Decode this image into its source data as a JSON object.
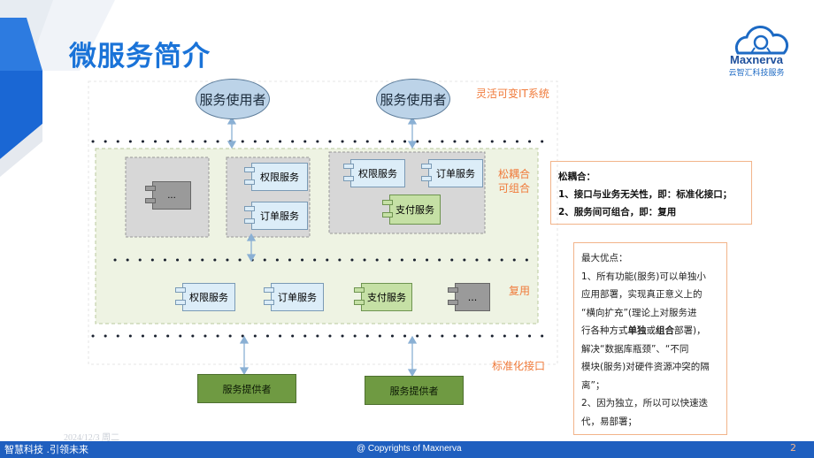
{
  "header": {
    "title": "微服务简介"
  },
  "logo": {
    "name": "Maxnerva",
    "tagline": "云智汇科技服务",
    "icon": "brain-cloud-icon"
  },
  "diagram": {
    "users": [
      "服务使用者",
      "服务使用者"
    ],
    "layer_labels": {
      "flexible_it": "灵活可变IT系统",
      "loose_coupling": "松耦合",
      "composable": "可组合",
      "reuse": "复用",
      "standard_interface": "标准化接口"
    },
    "composite_groups": [
      {
        "items": [
          "..."
        ]
      },
      {
        "items": [
          "权限服务",
          "订单服务"
        ]
      },
      {
        "items": [
          "权限服务",
          "订单服务",
          "支付服务"
        ]
      }
    ],
    "reuse_services": [
      "权限服务",
      "订单服务",
      "支付服务",
      "..."
    ],
    "providers": [
      "服务提供者",
      "服务提供者"
    ]
  },
  "loose_coupling_box": {
    "title": "松耦合：",
    "lines": [
      "1、接口与业务无关性，即：标准化接口；",
      "2、服务间可组合，即：复用"
    ]
  },
  "advantages_box": {
    "lines": [
      "最大优点：",
      "1、所有功能(服务)可以单独小",
      "应用部署，实现真正意义上的",
      "“横向扩充”(理论上对服务进",
      "行各种方式",
      "单独",
      "或",
      "组合",
      "部署)，",
      "解决“数据库瓶颈”、“不同",
      "模块(服务)对硬件资源冲突的隔",
      "离”；",
      "2、因为独立，所以可以快速迭",
      "代，易部署；"
    ]
  },
  "footer": {
    "slogan": "智慧科技 .引领未来",
    "copyright": "@ Copyrights of Maxnerva",
    "page": "2",
    "date": "2024/12/3 周二"
  },
  "colors": {
    "title": "#1a73d8",
    "footer": "#1f5fbf",
    "label_orange": "#f07a3a",
    "service_blue": "#dcedf8",
    "service_green": "#c5e0a5",
    "provider_green": "#6f9a42"
  }
}
